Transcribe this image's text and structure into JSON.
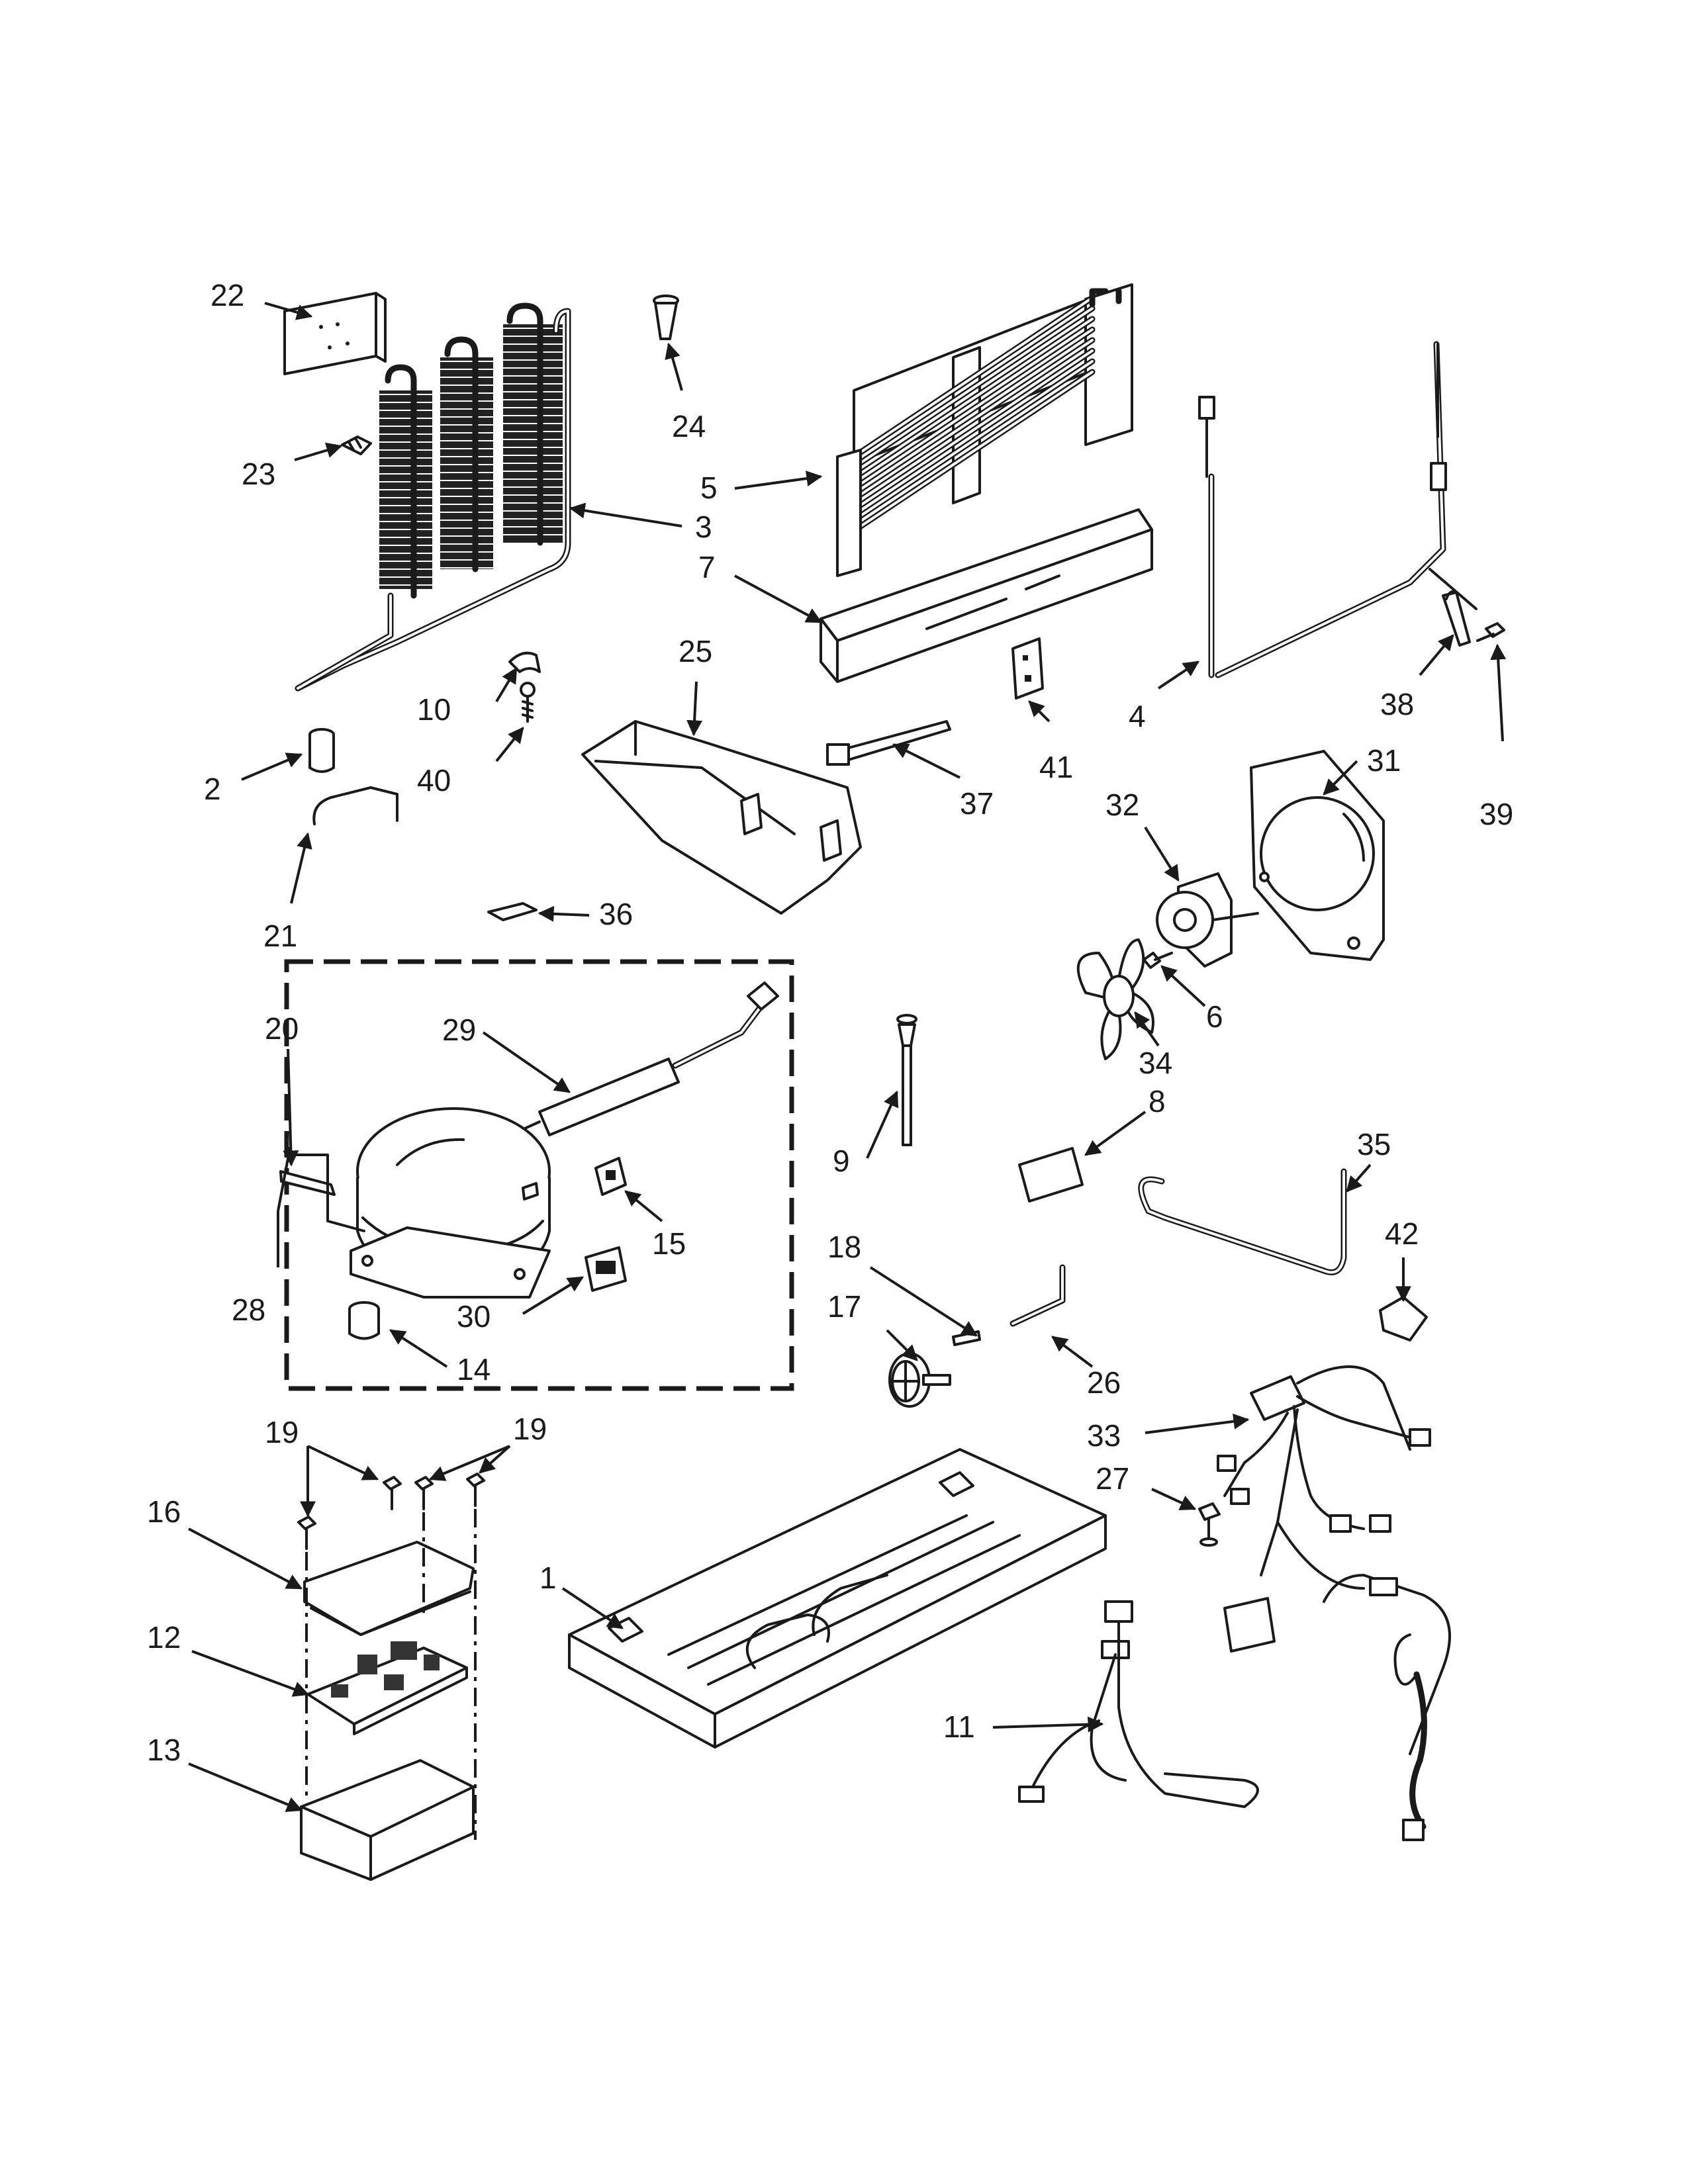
{
  "callouts": {
    "c1": "1",
    "c2": "2",
    "c3": "3",
    "c4": "4",
    "c5": "5",
    "c6": "6",
    "c7": "7",
    "c8": "8",
    "c9": "9",
    "c10": "10",
    "c11": "11",
    "c12": "12",
    "c13": "13",
    "c14": "14",
    "c15": "15",
    "c16": "16",
    "c17": "17",
    "c18": "18",
    "c19a": "19",
    "c19b": "19",
    "c20": "20",
    "c21": "21",
    "c22": "22",
    "c23": "23",
    "c24": "24",
    "c25": "25",
    "c26": "26",
    "c27": "27",
    "c28": "28",
    "c29": "29",
    "c30": "30",
    "c31": "31",
    "c32": "32",
    "c33": "33",
    "c34": "34",
    "c35": "35",
    "c36": "36",
    "c37": "37",
    "c38": "38",
    "c39": "39",
    "c40": "40",
    "c41": "41",
    "c42": "42"
  },
  "style": {
    "line_color": "#1a1a1a",
    "background": "#ffffff"
  }
}
